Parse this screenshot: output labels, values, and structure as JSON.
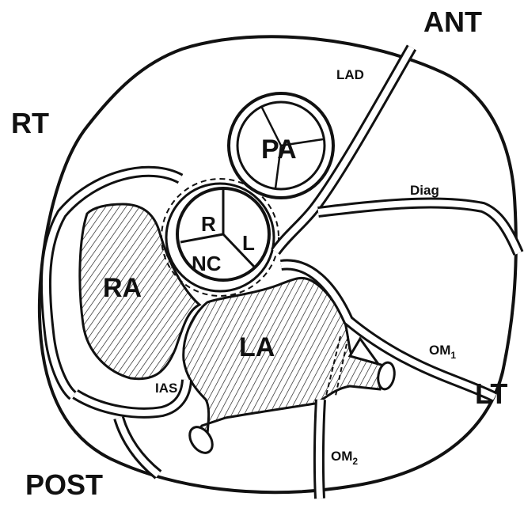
{
  "orientation": {
    "anterior": "ANT",
    "right": "RT",
    "left": "LT",
    "posterior": "POST"
  },
  "chambers": {
    "pulmonary_artery": "PA",
    "right_atrium": "RA",
    "left_atrium": "LA"
  },
  "aortic_valve_cusps": {
    "right": "R",
    "left": "L",
    "non_coronary": "NC"
  },
  "vessels": {
    "lad": "LAD",
    "diagonal": "Diag",
    "om1_base": "OM",
    "om1_sub": "1",
    "om2_base": "OM",
    "om2_sub": "2",
    "ias": "IAS"
  },
  "colors": {
    "line": "#111111",
    "background": "#ffffff"
  }
}
